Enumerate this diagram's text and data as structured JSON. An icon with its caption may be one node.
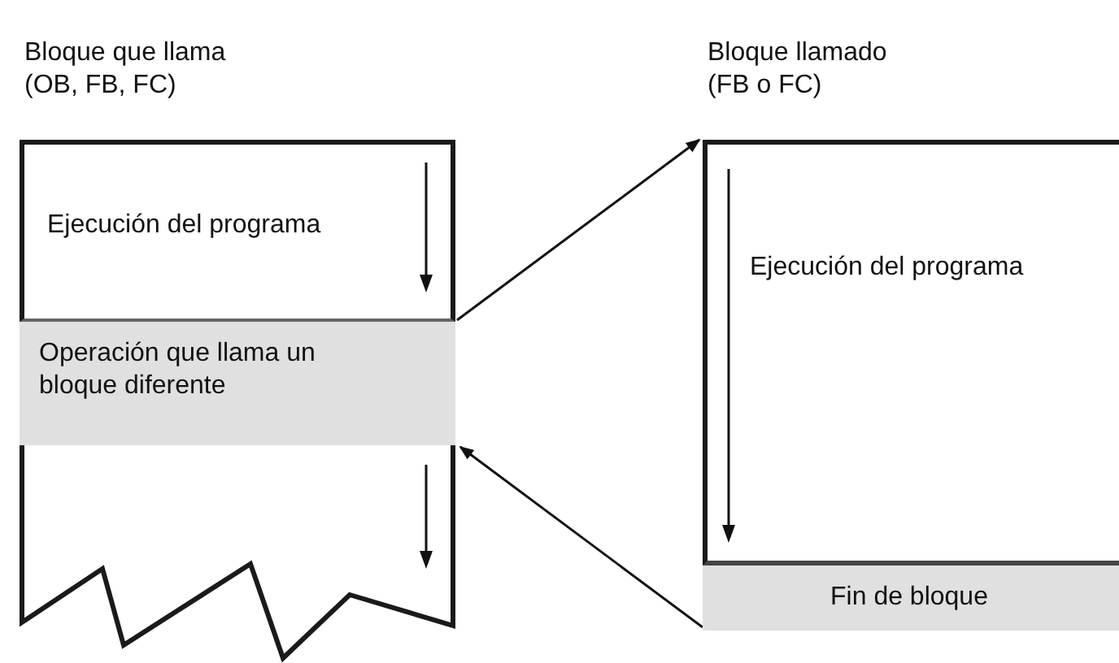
{
  "diagram": {
    "nodes": [
      {
        "text": [
          "Bloque que llama (OB, FB, FC)",
          "Ejecución del programa"
        ]
      },
      {
        "text": [
          "Operación que llama un bloque diferente"
        ]
      },
      {
        "text": [
          "Bloque llamado (FB o FC)",
          "Ejecución del programa"
        ]
      },
      {
        "text": [
          "Fin de bloque"
        ]
      }
    ],
    "edges": [
      {
        "from": 0,
        "to": 2,
        "arrow": "to"
      },
      {
        "from": 3,
        "to": 1,
        "arrow": "to"
      }
    ]
  }
}
